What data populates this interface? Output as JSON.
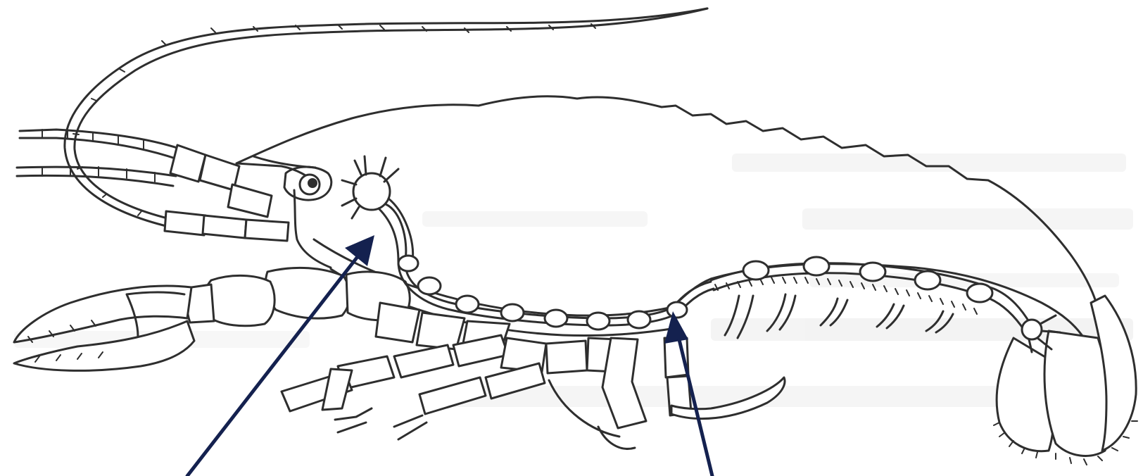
{
  "colors": {
    "background": "#ffffff",
    "line": "#2e2e2e",
    "arrow": "#14214f",
    "bleed_through": "#ececec"
  },
  "diagram": {
    "subject": "crayfish-nervous-system",
    "pointers": [
      {
        "target": "brain-ganglion"
      },
      {
        "target": "ventral-nerve-cord"
      }
    ]
  }
}
